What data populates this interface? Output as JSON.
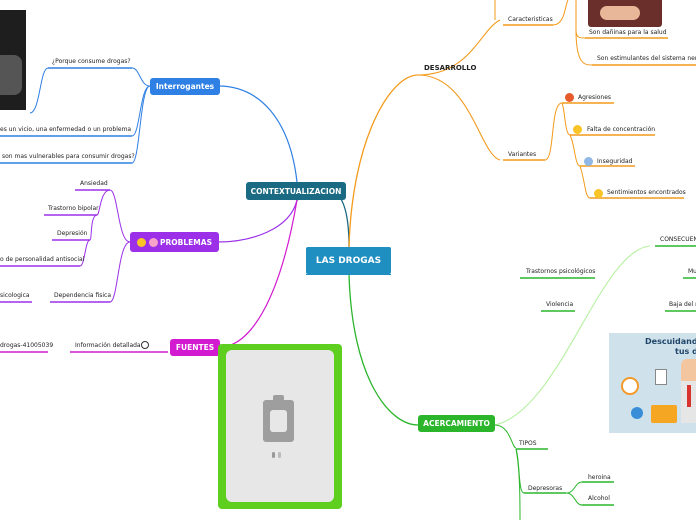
{
  "root": {
    "label": "LAS DROGAS"
  },
  "contextualizacion": {
    "label": "CONTEXTUALIZACION",
    "interrogantes": {
      "label": "Interrogantes",
      "items": [
        "¿Porque consume drogas?",
        "es un vicio, una enfermedad o un problema",
        "son mas  vulnerables para consumir drogas?"
      ]
    },
    "problemas": {
      "label": "PROBLEMAS",
      "items": [
        "Ansiedad",
        "Trastorno bipolar",
        "Depresión",
        "o de personalidad antisocial",
        "Dependencia fisica",
        "sicologica"
      ]
    },
    "fuentes": {
      "label": "FUENTES",
      "items": [
        "Información detallada",
        "drogas-41005039"
      ]
    }
  },
  "desarrollo": {
    "label": "DESARROLLO",
    "caracteristicas": {
      "label": "Caracteristicas",
      "items": [
        "Son dañinas para la salud",
        "Son estimulantes del sistema nervio"
      ]
    },
    "variantes": {
      "label": "Variantes",
      "items": [
        "Agresiones",
        "Falta de concentración",
        "Inseguridad",
        "Sentimientos encontrados"
      ]
    }
  },
  "acercamiento": {
    "label": "ACERCAMIENTO",
    "consecuencias": {
      "label": "CONSECUEN",
      "items": [
        "Mu",
        "Baja del r"
      ]
    },
    "trastornos": "Trastornos psicológicos",
    "violencia": "Violencia",
    "image_title": "Descuidando",
    "image_subtitle": "tus d",
    "tipos": {
      "label": "TIPOS",
      "depresoras": {
        "label": "Depresoras",
        "items": [
          "heroina",
          "Alcohol"
        ]
      }
    }
  },
  "colors": {
    "inter": "#2f80e4",
    "prob": "#9b30e8",
    "fuent": "#d21ad0",
    "acer": "#2bb52b",
    "des": "#f39a1a",
    "ctx": "#1b6a84",
    "root": "#1f8fc1"
  }
}
